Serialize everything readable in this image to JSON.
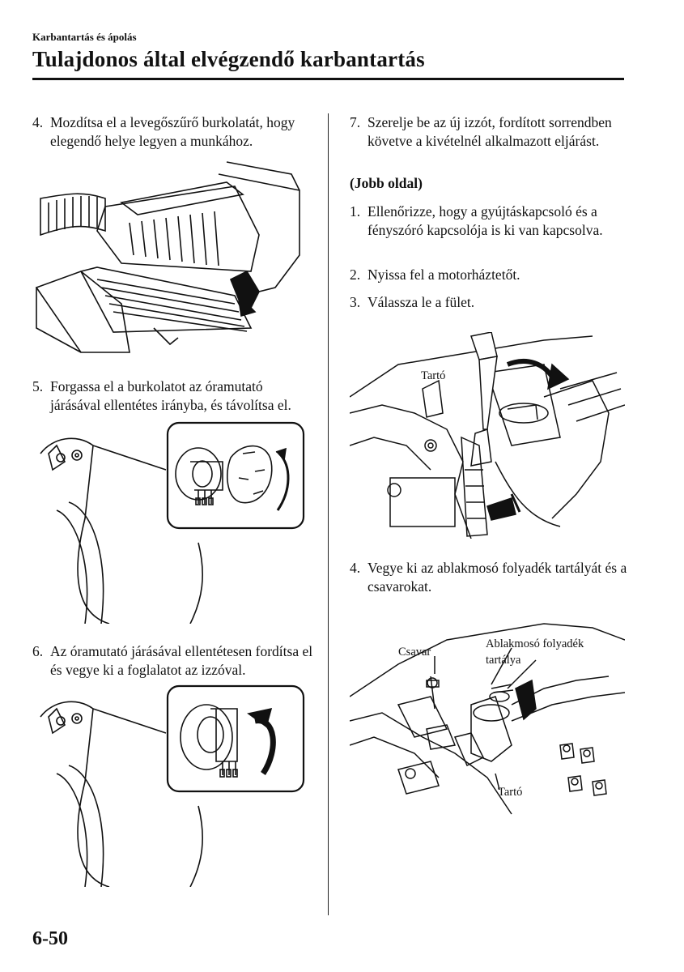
{
  "header": {
    "section": "Karbantartás és ápolás",
    "title": "Tulajdonos által elvégzendő karbantartás"
  },
  "left": {
    "step4": {
      "num": "4.",
      "text": "Mozdítsa el a levegőszűrő burkolatát, hogy elegendő helye legyen a munkához."
    },
    "step5": {
      "num": "5.",
      "text": "Forgassa el a burkolatot az óramutató járásával ellentétes irányba, és távolítsa el."
    },
    "step6": {
      "num": "6.",
      "text": "Az óramutató járásával ellentétesen fordítsa el és vegye ki a foglalatot az izzóval."
    }
  },
  "right": {
    "step7": {
      "num": "7.",
      "text": "Szerelje be az új izzót, fordított sorrendben követve a kivételnél alkalmazott eljárást."
    },
    "subhead": "(Jobb oldal)",
    "r1": {
      "num": "1.",
      "text": "Ellenőrizze, hogy a gyújtáskapcsoló és a fényszóró kapcsolója is ki van kapcsolva."
    },
    "r2": {
      "num": "2.",
      "text": "Nyissa fel a motorháztetőt."
    },
    "r3": {
      "num": "3.",
      "text": "Válassza le a fület."
    },
    "fig3_label": "Tartó",
    "r4": {
      "num": "4.",
      "text": "Vegye ki az ablakmosó folyadék tartályát és a csavarokat."
    },
    "fig4_labels": {
      "screw": "Csavar",
      "tank_line1": "Ablakmosó folyadék",
      "tank_line2": "tartálya",
      "holder": "Tartó"
    }
  },
  "page_number": "6-50"
}
